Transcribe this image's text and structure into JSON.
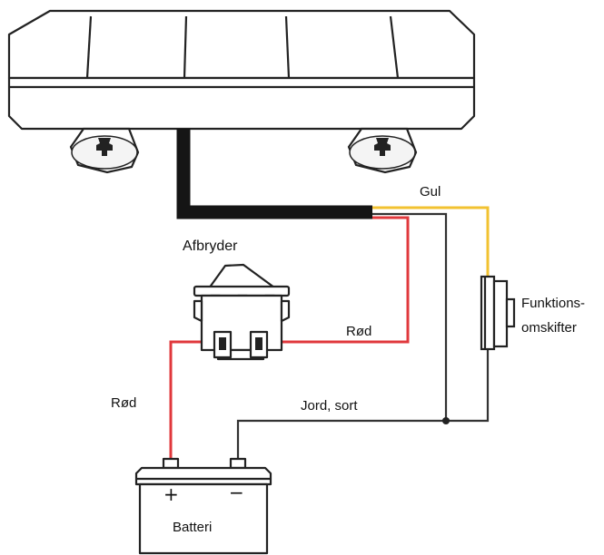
{
  "labels": {
    "yellow_wire": "Gul",
    "switch": "Afbryder",
    "function_switch_line1": "Funktions-",
    "function_switch_line2": "omskifter",
    "red_wire_right": "Rød",
    "red_wire_left": "Rød",
    "ground_wire": "Jord, sort",
    "battery": "Batteri",
    "battery_plus": "+",
    "battery_minus": "−"
  },
  "colors": {
    "red_wire": "#e0383c",
    "yellow_wire": "#f2c230",
    "black_wire": "#151515",
    "ground_wire": "#333333",
    "outline": "#222222"
  }
}
